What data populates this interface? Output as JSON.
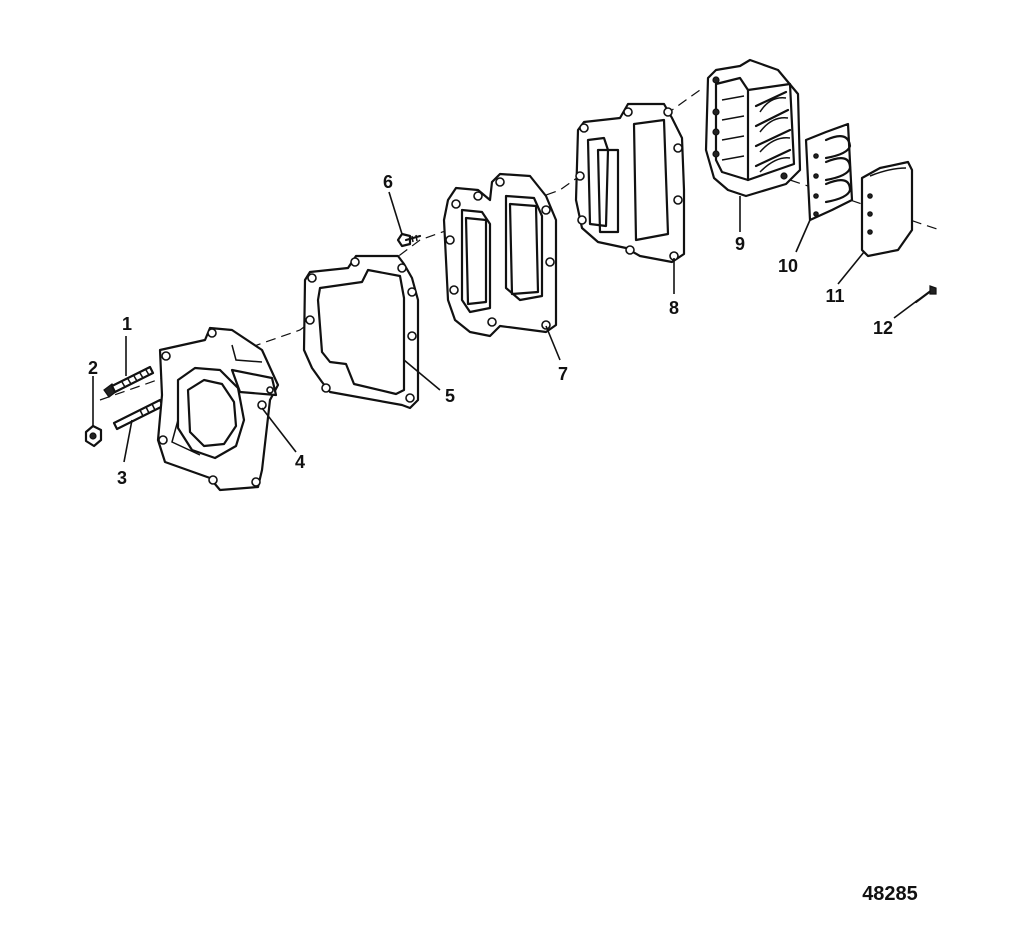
{
  "diagram": {
    "reference_number": "48285",
    "callouts": [
      {
        "id": "1",
        "label": "1"
      },
      {
        "id": "2",
        "label": "2"
      },
      {
        "id": "3",
        "label": "3"
      },
      {
        "id": "4",
        "label": "4"
      },
      {
        "id": "5",
        "label": "5"
      },
      {
        "id": "6",
        "label": "6"
      },
      {
        "id": "7",
        "label": "7"
      },
      {
        "id": "8",
        "label": "8"
      },
      {
        "id": "9",
        "label": "9"
      },
      {
        "id": "10",
        "label": "10"
      },
      {
        "id": "11",
        "label": "11"
      },
      {
        "id": "12",
        "label": "12"
      }
    ]
  }
}
